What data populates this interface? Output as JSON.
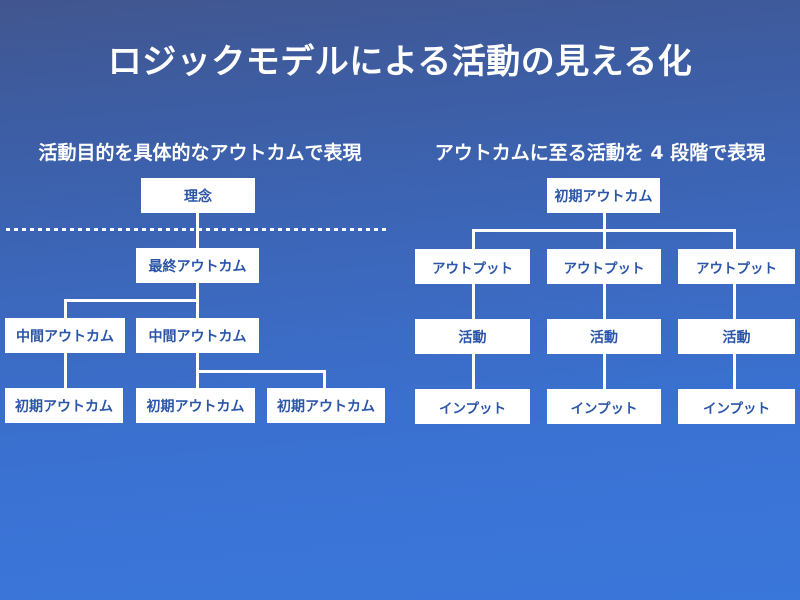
{
  "slide": {
    "title": "ロジックモデルによる活動の見える化",
    "background_top_color": "#41568f",
    "background_bottom_color": "#3a77da",
    "box_fill_color": "#ffffff",
    "box_text_color": "#2a55a8",
    "line_color": "#ffffff"
  },
  "left_panel": {
    "heading": "活動目的を具体的なアウトカムで表現",
    "nodes": {
      "philosophy": "理念",
      "final_outcome": "最終アウトカム",
      "mid_outcome_1": "中間アウトカム",
      "mid_outcome_2": "中間アウトカム",
      "initial_outcome_1": "初期アウトカム",
      "initial_outcome_2": "初期アウトカム",
      "initial_outcome_3": "初期アウトカム"
    }
  },
  "right_panel": {
    "heading": "アウトカムに至る活動を 4 段階で表現",
    "nodes": {
      "initial_outcome": "初期アウトカム",
      "output_1": "アウトプット",
      "output_2": "アウトプット",
      "output_3": "アウトプット",
      "activity_1": "活動",
      "activity_2": "活動",
      "activity_3": "活動",
      "input_1": "インプット",
      "input_2": "インプット",
      "input_3": "インプット"
    }
  }
}
